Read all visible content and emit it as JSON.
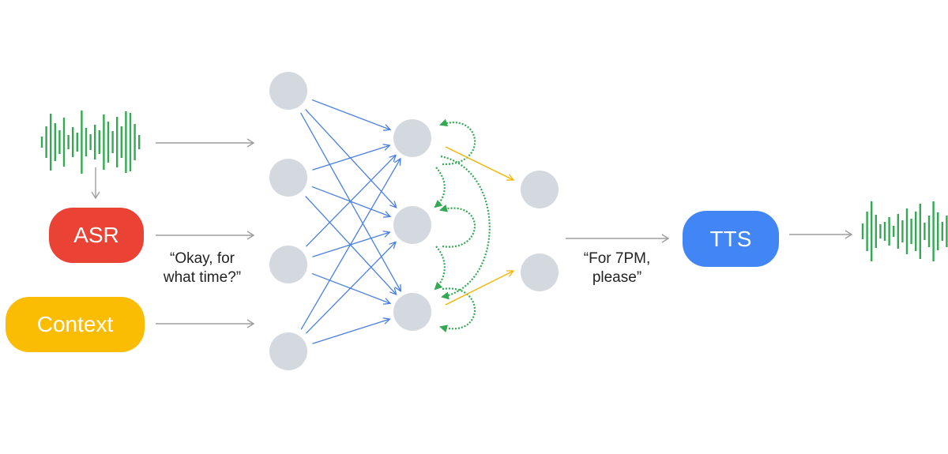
{
  "blocks": {
    "asr": {
      "label": "ASR",
      "color": "#ea4335"
    },
    "context": {
      "label": "Context",
      "color": "#fbbc04"
    },
    "tts": {
      "label": "TTS",
      "color": "#4285f4"
    }
  },
  "quotes": {
    "input_text": [
      "“Okay, for",
      "what time?”"
    ],
    "output_text": [
      "“For 7PM,",
      "please”"
    ]
  },
  "colors": {
    "waveform": "#34a853",
    "node": "#d3d9de",
    "connection": "#4a7fe0",
    "recurrent": "#34a853",
    "output_connection": "#f4b400",
    "arrow": "#9e9e9e"
  },
  "network": {
    "layers": [
      4,
      3,
      2
    ]
  }
}
